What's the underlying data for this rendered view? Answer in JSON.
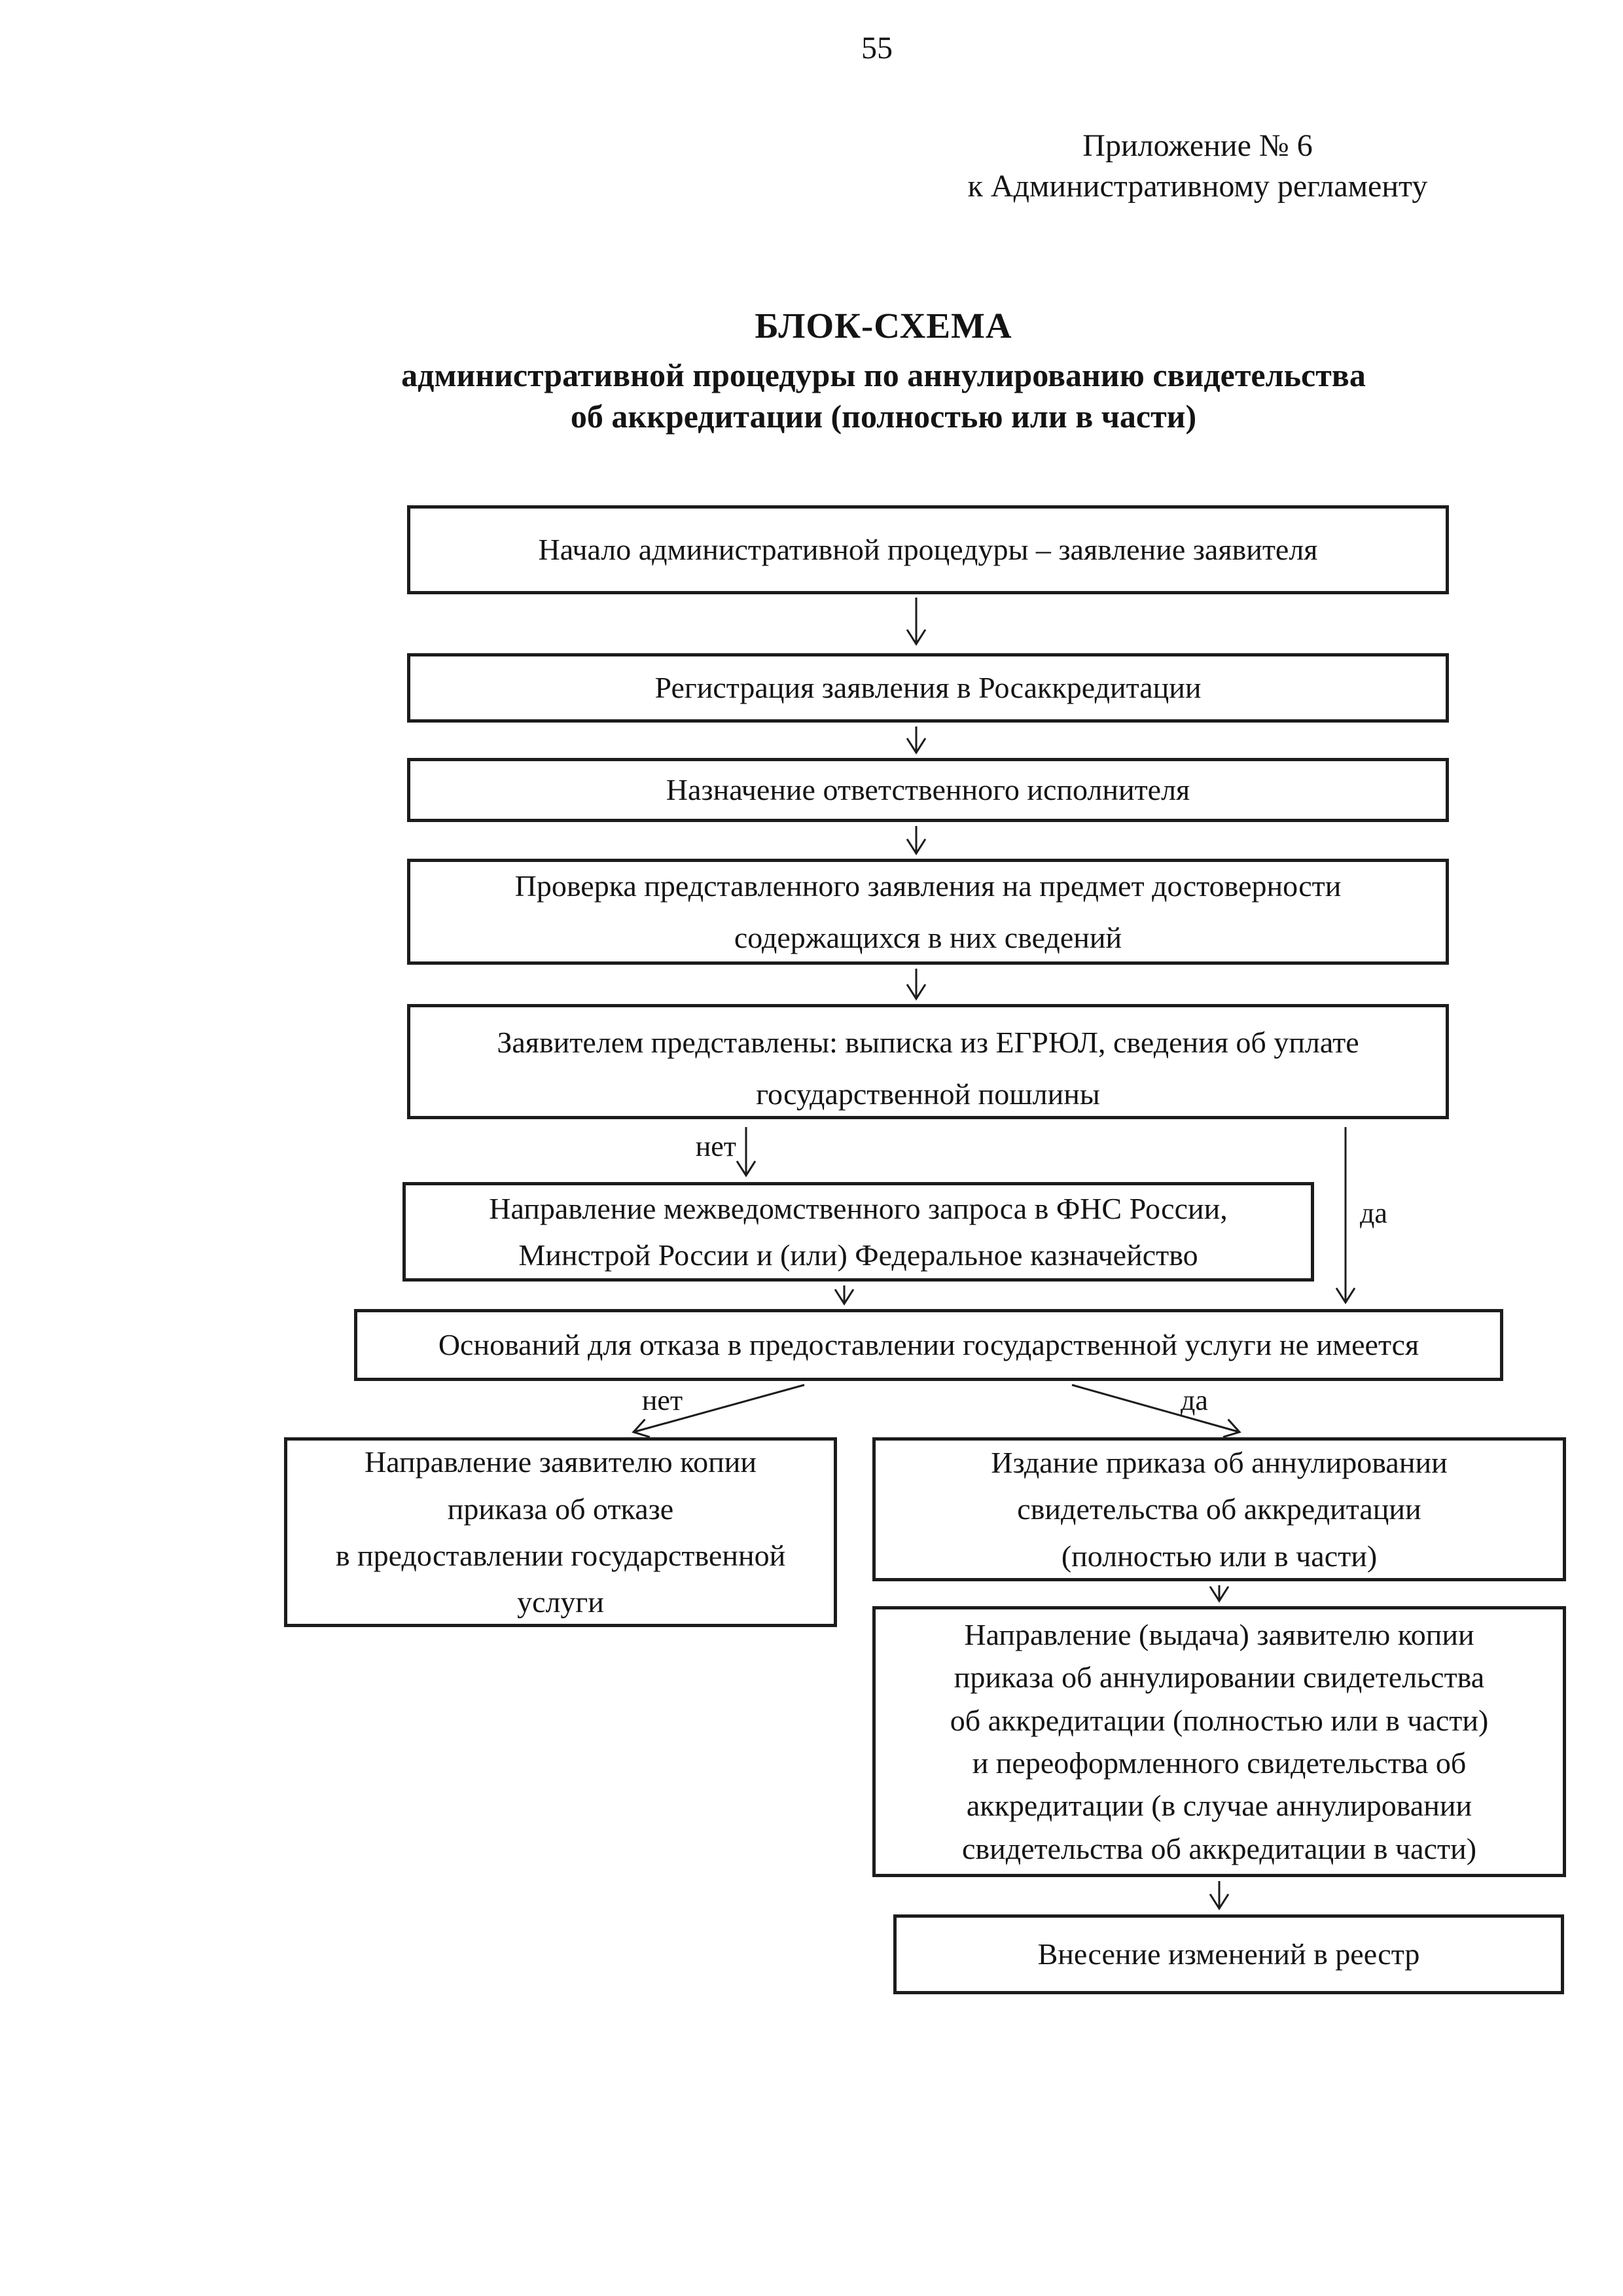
{
  "page": {
    "number": "55"
  },
  "header": {
    "line1": "Приложение № 6",
    "line2": "к Административному регламенту"
  },
  "title": {
    "main": "БЛОК-СХЕМА",
    "sub1": "административной процедуры по аннулированию свидетельства",
    "sub2": "об аккредитации (полностью или в части)"
  },
  "flow": {
    "boxes": {
      "start": "Начало административной процедуры – заявление заявителя",
      "register": "Регистрация заявления в Росаккредитации",
      "assign": "Назначение ответственного исполнителя",
      "verify": "Проверка представленного заявления на предмет достоверности\nсодержащихся в них сведений",
      "provided": "Заявителем представлены: выписка из ЕГРЮЛ, сведения об уплате\nгосударственной пошлины",
      "request": "Направление межведомственного запроса в ФНС России,\nМинстрой России и (или) Федеральное казначейство",
      "no_grounds": "Оснований для отказа в предоставлении государственной услуги не имеется",
      "refusal_copy": "Направление заявителю копии\nприказа об отказе\nв предоставлении государственной\nуслуги",
      "order_issue": "Издание приказа об аннулировании\nсвидетельства об аккредитации\n(полностью или в части)",
      "order_copy": "Направление (выдача) заявителю копии\nприказа об аннулировании свидетельства\nоб аккредитации (полностью или в части)\nи переоформленного свидетельства об\nаккредитации (в случае аннулировании\nсвидетельства об аккредитации в части)",
      "registry": "Внесение изменений в реестр"
    },
    "labels": {
      "no1": "нет",
      "yes1": "да",
      "no2": "нет",
      "yes2": "да"
    }
  }
}
